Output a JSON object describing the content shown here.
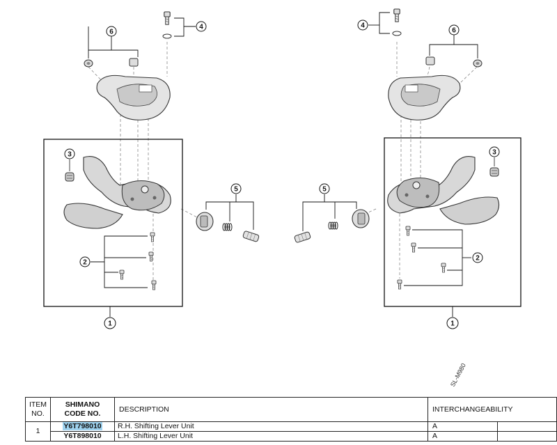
{
  "diagram": {
    "model_label": "SL-M980",
    "callouts": {
      "c1_left": "1",
      "c1_right": "1",
      "c2_left": "2",
      "c2_right": "2",
      "c3_left": "3",
      "c3_right": "3",
      "c4_left": "4",
      "c4_right": "4",
      "c5_left": "5",
      "c5_right": "5",
      "c6_left": "6",
      "c6_right": "6"
    }
  },
  "table": {
    "headers": {
      "item": [
        "ITEM",
        "NO."
      ],
      "code": [
        "SHIMANO",
        "CODE NO."
      ],
      "description": "DESCRIPTION",
      "interchangeability": "INTERCHANGEABILITY"
    },
    "rows": [
      {
        "item": "1",
        "code": "Y6T798010",
        "description": "R.H. Shifting Lever Unit",
        "interchangeability": "A",
        "highlighted": true
      },
      {
        "item": "",
        "code": "Y6T898010",
        "description": "L.H. Shifting Lever Unit",
        "interchangeability": "A",
        "highlighted": false
      }
    ]
  }
}
